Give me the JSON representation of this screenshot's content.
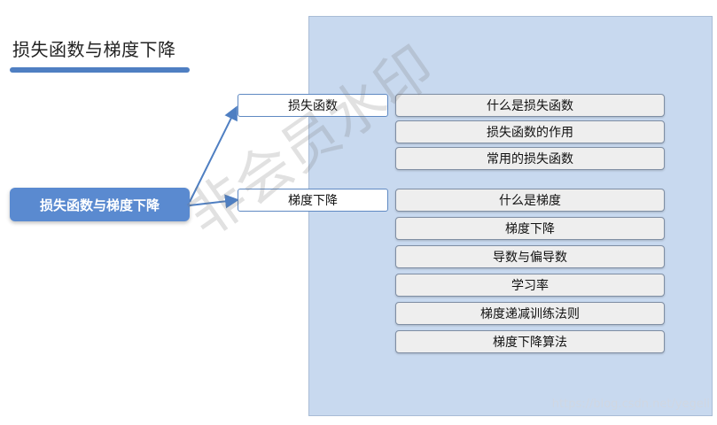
{
  "title": "损失函数与梯度下降",
  "root": "损失函数与梯度下降",
  "categories": [
    {
      "label": "损失函数",
      "items": [
        "什么是损失函数",
        "损失函数的作用",
        "常用的损失函数"
      ]
    },
    {
      "label": "梯度下降",
      "items": [
        "什么是梯度",
        "梯度下降",
        "导数与偏导数",
        "学习率",
        "梯度递减训练法则",
        "梯度下降算法"
      ]
    }
  ],
  "watermark": "非会员水印",
  "url": "https://blog.csdn.net/yegeli",
  "colors": {
    "panel": "#c8d9ef",
    "root": "#5a8ad0",
    "accent": "#4f7fc2"
  }
}
